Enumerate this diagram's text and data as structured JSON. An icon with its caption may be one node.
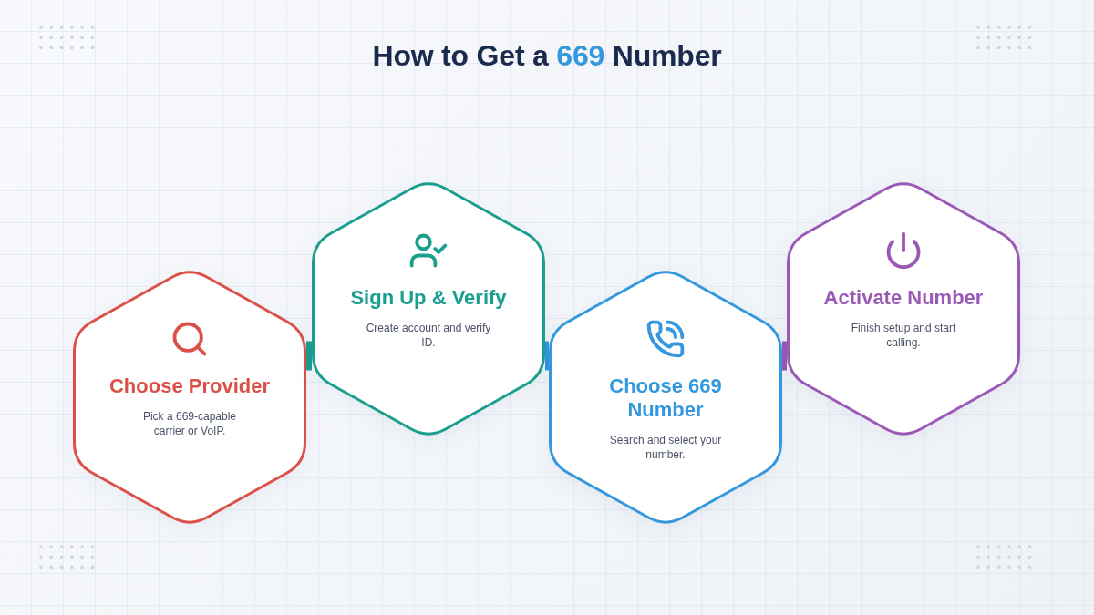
{
  "diagram": {
    "title": "How to Get a **669** Number",
    "nodes": [
      {
        "text": [
          "Choose Provider",
          "Pick a 669-capable carrier or VoIP."
        ]
      },
      {
        "text": [
          "Sign Up & Verify",
          "Create account and verify ID."
        ]
      },
      {
        "text": [
          "Choose 669 Number",
          "Search and select your number."
        ]
      },
      {
        "text": [
          "Activate Number",
          "Finish setup and start calling."
        ]
      }
    ],
    "edges": [
      {
        "from": 0,
        "to": 1,
        "arrow": "none",
        "color": "#1a9f8f"
      },
      {
        "from": 1,
        "to": 2,
        "arrow": "none",
        "color": "#3398de"
      },
      {
        "from": 2,
        "to": 3,
        "arrow": "none",
        "color": "#9b59b6"
      }
    ]
  }
}
